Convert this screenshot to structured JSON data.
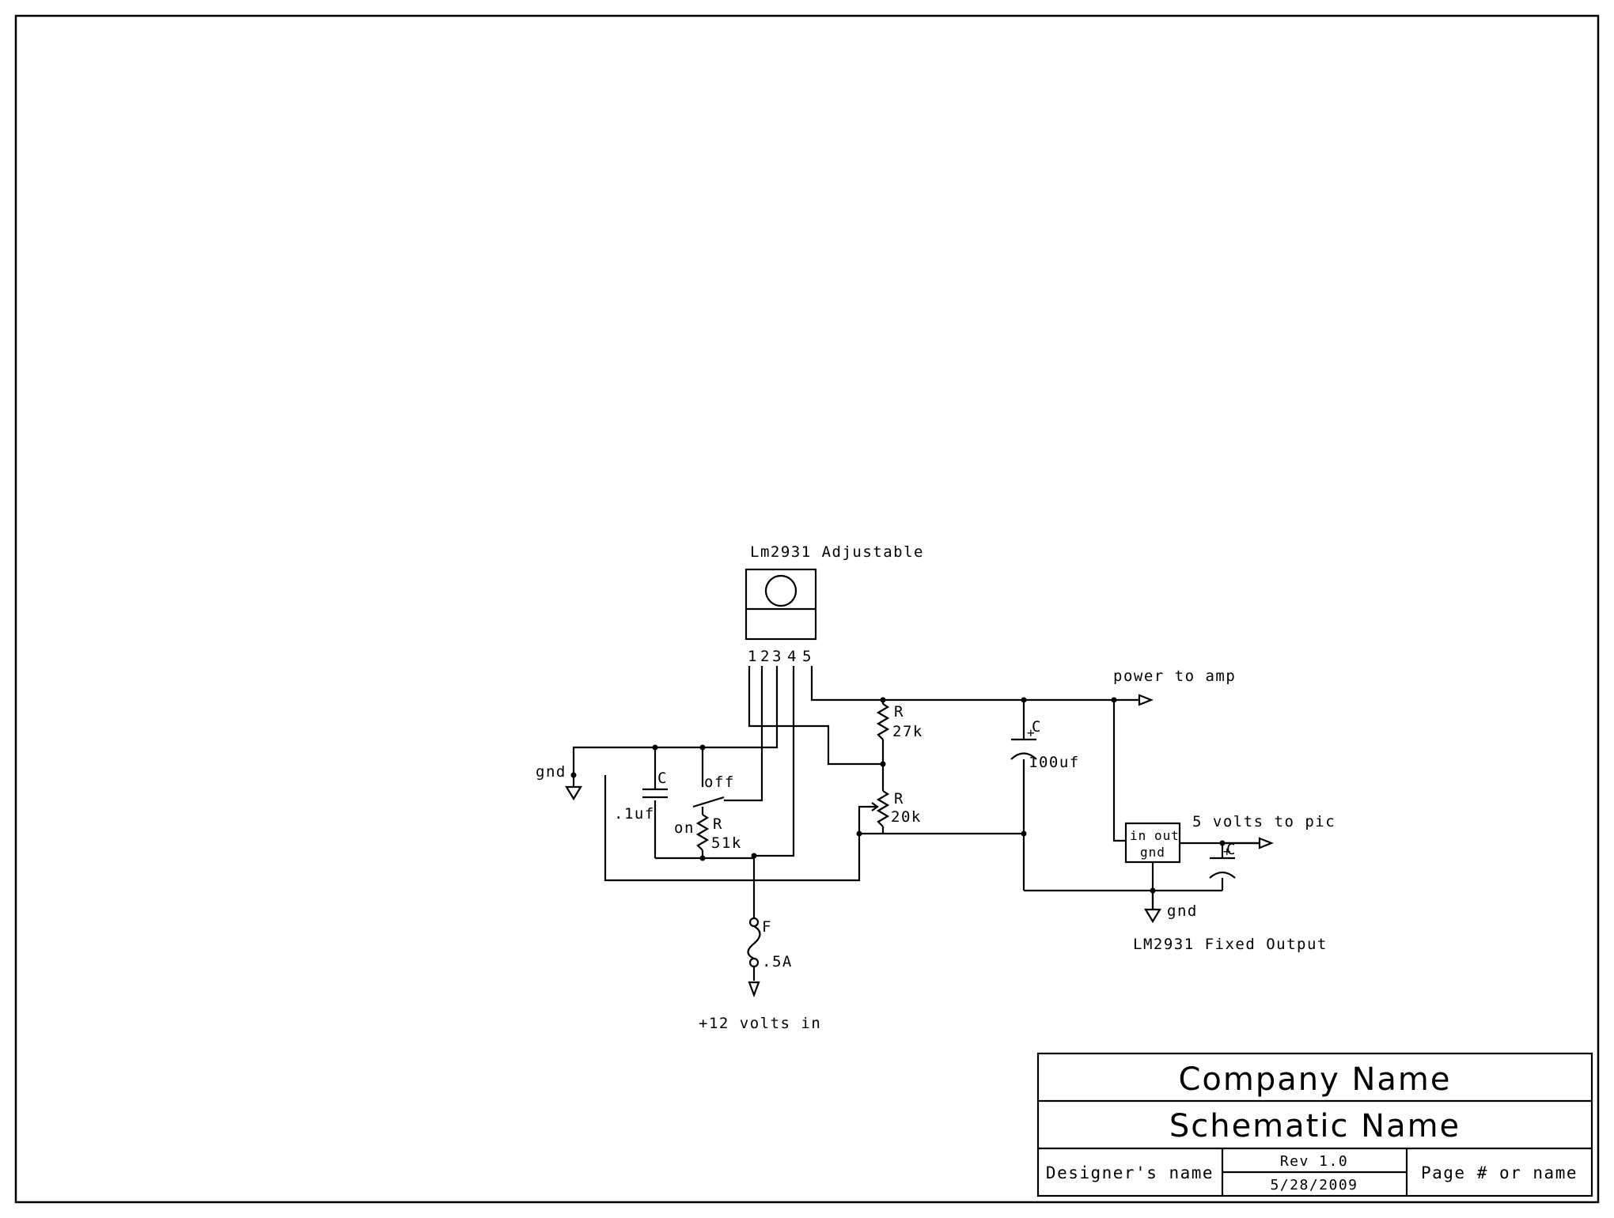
{
  "adjustable_regulator": {
    "title": "Lm2931 Adjustable",
    "pins": [
      "1",
      "2",
      "3",
      "4",
      "5"
    ]
  },
  "labels": {
    "gnd_left": "gnd",
    "cap1_ref": "C",
    "cap1_value": ".1uf",
    "switch_off": "off",
    "switch_on": "on",
    "r51_ref": "R",
    "r51_value": "51k",
    "r27_ref": "R",
    "r27_value": "27k",
    "r20_ref": "R",
    "r20_value": "20k",
    "cap100_ref": "C",
    "cap100_value": "100uf",
    "power_to_amp": "power to amp",
    "five_volts": "5 volts to pic",
    "cap_out_ref": "C",
    "fixed_in": "in",
    "fixed_out": "out",
    "fixed_gnd": "gnd",
    "gnd_right": "gnd",
    "fixed_title": "LM2931 Fixed Output",
    "fuse_ref": "F",
    "fuse_value": ".5A",
    "input_label": "+12 volts in"
  },
  "title_block": {
    "company": "Company Name",
    "schematic": "Schematic Name",
    "designer": "Designer's name",
    "rev": "Rev 1.0",
    "date": "5/28/2009",
    "page": "Page # or name"
  }
}
